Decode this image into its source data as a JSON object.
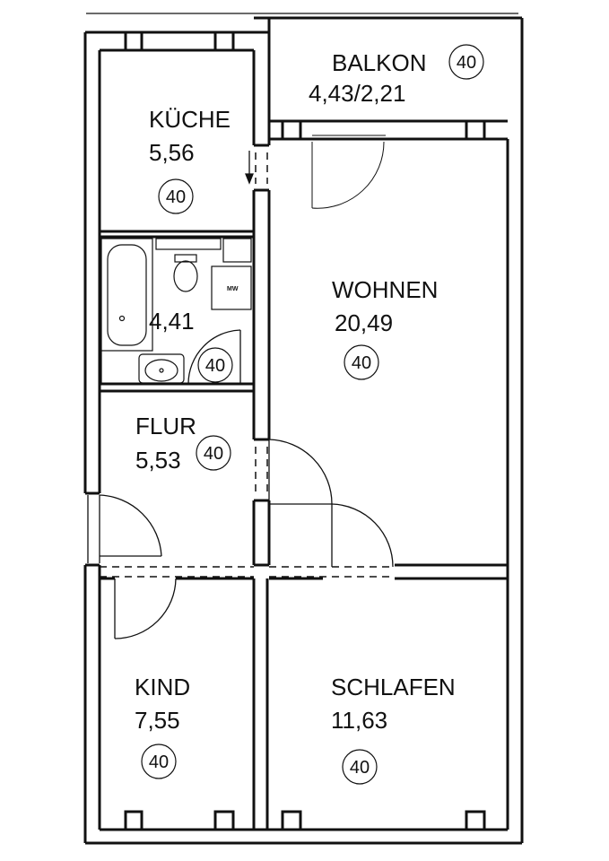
{
  "rooms": {
    "balkon": {
      "name": "BALKON",
      "area": "4,43/2,21",
      "badge": "40"
    },
    "kueche": {
      "name": "KÜCHE",
      "area": "5,56",
      "badge": "40"
    },
    "bad": {
      "area": "4,41",
      "badge": "40"
    },
    "wohnen": {
      "name": "WOHNEN",
      "area": "20,49",
      "badge": "40"
    },
    "flur": {
      "name": "FLUR",
      "area": "5,53",
      "badge": "40"
    },
    "kind": {
      "name": "KIND",
      "area": "7,55",
      "badge": "40"
    },
    "schlafen": {
      "name": "SCHLAFEN",
      "area": "11,63",
      "badge": "40"
    }
  },
  "fixtures": {
    "washer_label": "MW"
  }
}
